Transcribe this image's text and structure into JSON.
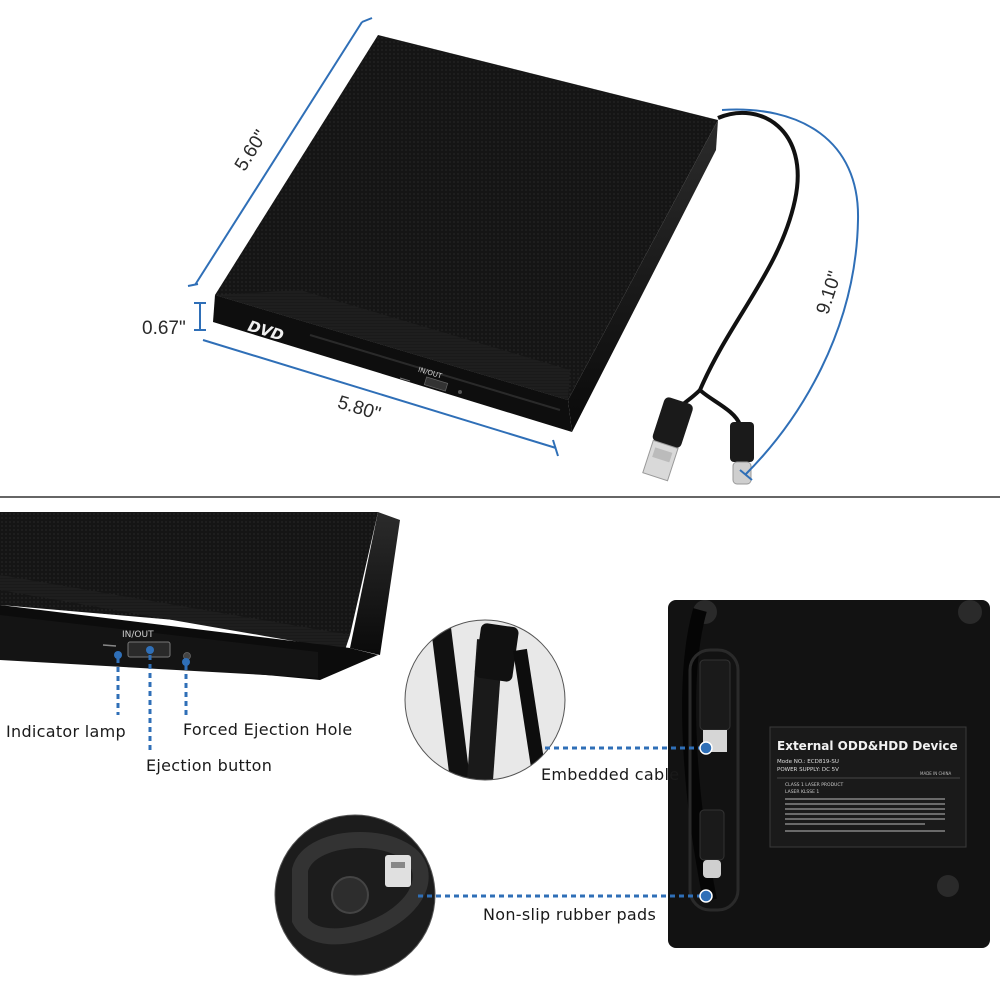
{
  "top_view": {
    "dimensions": {
      "depth": "5.60\"",
      "height": "0.67\"",
      "width": "5.80\"",
      "cable": "9.10\""
    },
    "drive_logo": "DVD",
    "button_label": "IN/OUT"
  },
  "front_detail": {
    "button_label": "IN/OUT",
    "callouts": {
      "indicator_lamp": "Indicator lamp",
      "forced_ejection": "Forced Ejection Hole",
      "ejection_button": "Ejection button"
    }
  },
  "bottom_view": {
    "callouts": {
      "embedded_cable": "Embedded cable",
      "rubber_pads": "Non-slip rubber pads"
    },
    "sticker": {
      "title": "External ODD&HDD Device",
      "model": "Mode NO.: ECD819-SU",
      "power": "POWER SUPPLY: DC 5V",
      "class": "CLASS 1 LASER PRODUCT",
      "laser": "LASER KLSSE 1",
      "origin": "MADE IN CHINA"
    }
  },
  "colors": {
    "accent": "#2f6fb7",
    "device": "#111111",
    "background": "#ffffff",
    "divider": "#333333"
  }
}
